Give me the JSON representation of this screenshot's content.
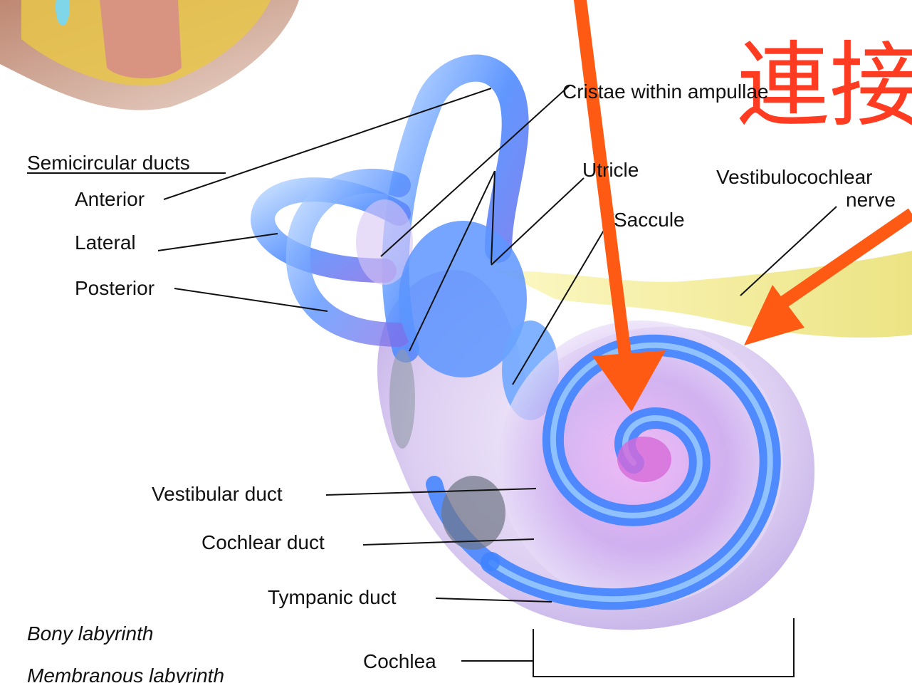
{
  "labels": {
    "semicircular_ducts": "Semicircular ducts",
    "anterior": "Anterior",
    "lateral": "Lateral",
    "posterior": "Posterior",
    "cristae": "Cristae within ampullae",
    "utricle": "Utricle",
    "saccule": "Saccule",
    "vestibulocochlear_1": "Vestibulocochlear",
    "vestibulocochlear_2": "nerve",
    "vestibular_duct": "Vestibular duct",
    "cochlear_duct": "Cochlear duct",
    "tympanic_duct": "Tympanic duct",
    "cochlea": "Cochlea",
    "bony_labyrinth": "Bony labyrinth",
    "membranous_labyrinth": "Membranous labyrinth"
  },
  "overlay": {
    "cjk_text": "連接"
  },
  "colors": {
    "arrow": "#ff5a14",
    "cjk_text": "#ff3b22",
    "membrane": "#5aa0ff",
    "bony": "#c9b6e8",
    "nerve": "#f3ec8a"
  }
}
